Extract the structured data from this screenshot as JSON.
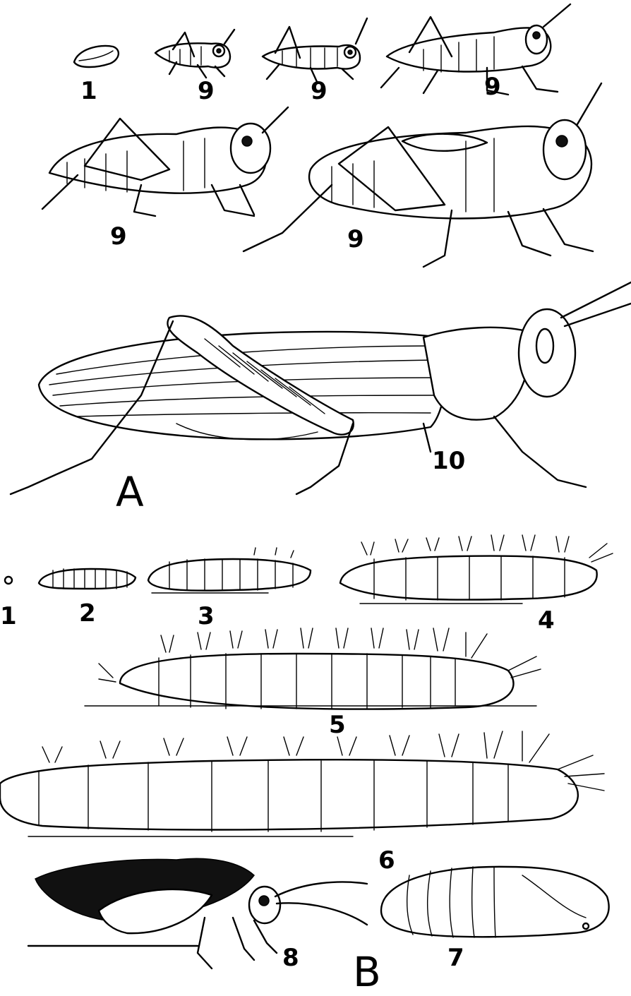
{
  "panel_a": {
    "label": "A",
    "stages": [
      {
        "id": "egg",
        "label": "1"
      },
      {
        "id": "nymph-1",
        "label": "9"
      },
      {
        "id": "nymph-2",
        "label": "9"
      },
      {
        "id": "nymph-3",
        "label": "9"
      },
      {
        "id": "nymph-4",
        "label": "9"
      },
      {
        "id": "nymph-5",
        "label": "9"
      },
      {
        "id": "adult",
        "label": "10"
      }
    ]
  },
  "panel_b": {
    "label": "B",
    "stages": [
      {
        "id": "egg",
        "label": "1"
      },
      {
        "id": "larva-1",
        "label": "2"
      },
      {
        "id": "larva-2",
        "label": "3"
      },
      {
        "id": "larva-3",
        "label": "4"
      },
      {
        "id": "larva-4",
        "label": "5"
      },
      {
        "id": "larva-5",
        "label": "6"
      },
      {
        "id": "pupa",
        "label": "7"
      },
      {
        "id": "adult-moth",
        "label": "8"
      }
    ]
  }
}
